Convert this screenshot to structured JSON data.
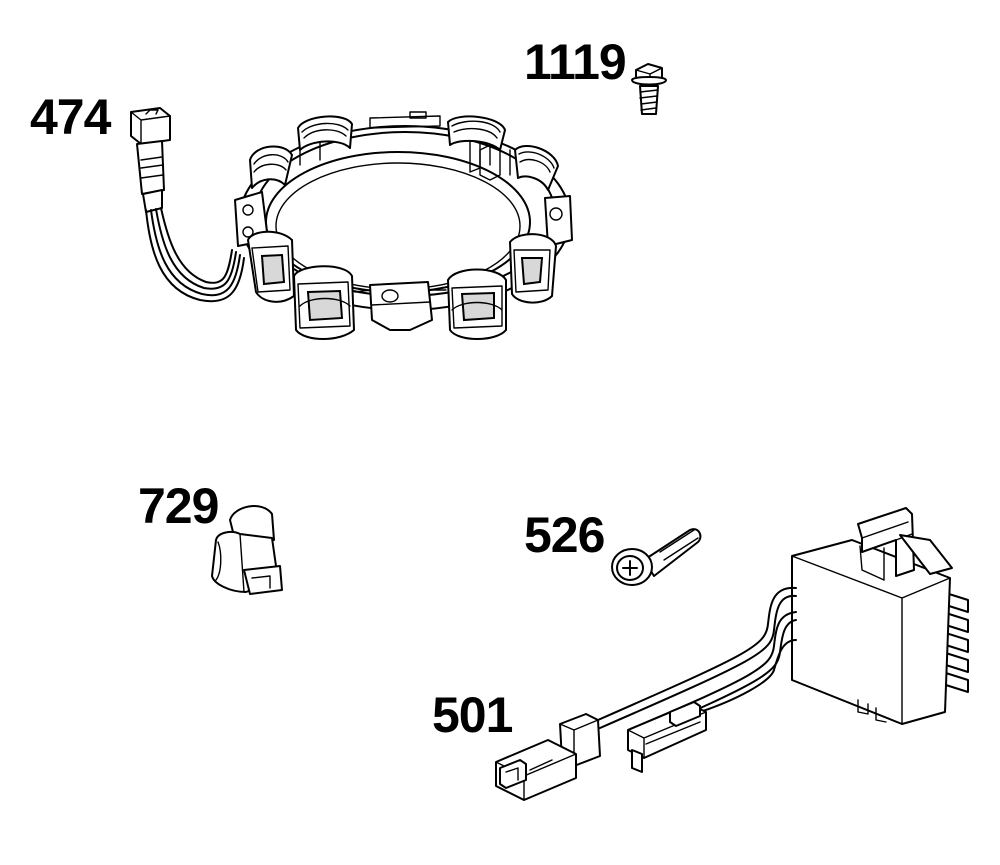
{
  "parts": [
    {
      "id": "stator",
      "callout": "474"
    },
    {
      "id": "bolt",
      "callout": "1119"
    },
    {
      "id": "clip",
      "callout": "729"
    },
    {
      "id": "screw",
      "callout": "526"
    },
    {
      "id": "regulator",
      "callout": "501"
    }
  ]
}
